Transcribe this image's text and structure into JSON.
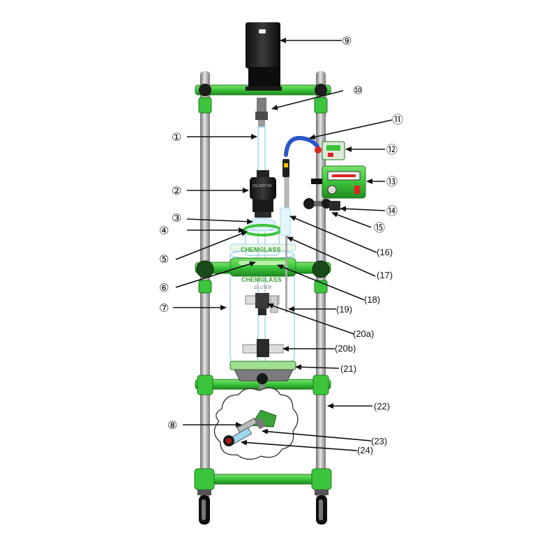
{
  "brand": "CHEMGLASS",
  "volume_text": "10 LITER",
  "adapter_text": "CG-1077-01",
  "colors": {
    "frame_green": "#3cc43c",
    "frame_dark": "#1f7a1f",
    "rod": "#a9a9a9",
    "glass": "#9fd6ef",
    "arrow": "#111111"
  },
  "callouts": [
    {
      "id": "9",
      "label": "⑨"
    },
    {
      "id": "10",
      "label": "⑩"
    },
    {
      "id": "1",
      "label": "①"
    },
    {
      "id": "11",
      "label": "⑪"
    },
    {
      "id": "12",
      "label": "⑫"
    },
    {
      "id": "2",
      "label": "②"
    },
    {
      "id": "13",
      "label": "⑬"
    },
    {
      "id": "14",
      "label": "⑭"
    },
    {
      "id": "3",
      "label": "③"
    },
    {
      "id": "15",
      "label": "⑮"
    },
    {
      "id": "4",
      "label": "④"
    },
    {
      "id": "16",
      "label": "(16)"
    },
    {
      "id": "5",
      "label": "⑤"
    },
    {
      "id": "17",
      "label": "(17)"
    },
    {
      "id": "6",
      "label": "⑥"
    },
    {
      "id": "18",
      "label": "(18)"
    },
    {
      "id": "7",
      "label": "⑦"
    },
    {
      "id": "19",
      "label": "(19)"
    },
    {
      "id": "20a",
      "label": "(20a)"
    },
    {
      "id": "20b",
      "label": "(20b)"
    },
    {
      "id": "21",
      "label": "(21)"
    },
    {
      "id": "22",
      "label": "(22)"
    },
    {
      "id": "8",
      "label": "⑧"
    },
    {
      "id": "23",
      "label": "(23)"
    },
    {
      "id": "24",
      "label": "(24)"
    }
  ]
}
